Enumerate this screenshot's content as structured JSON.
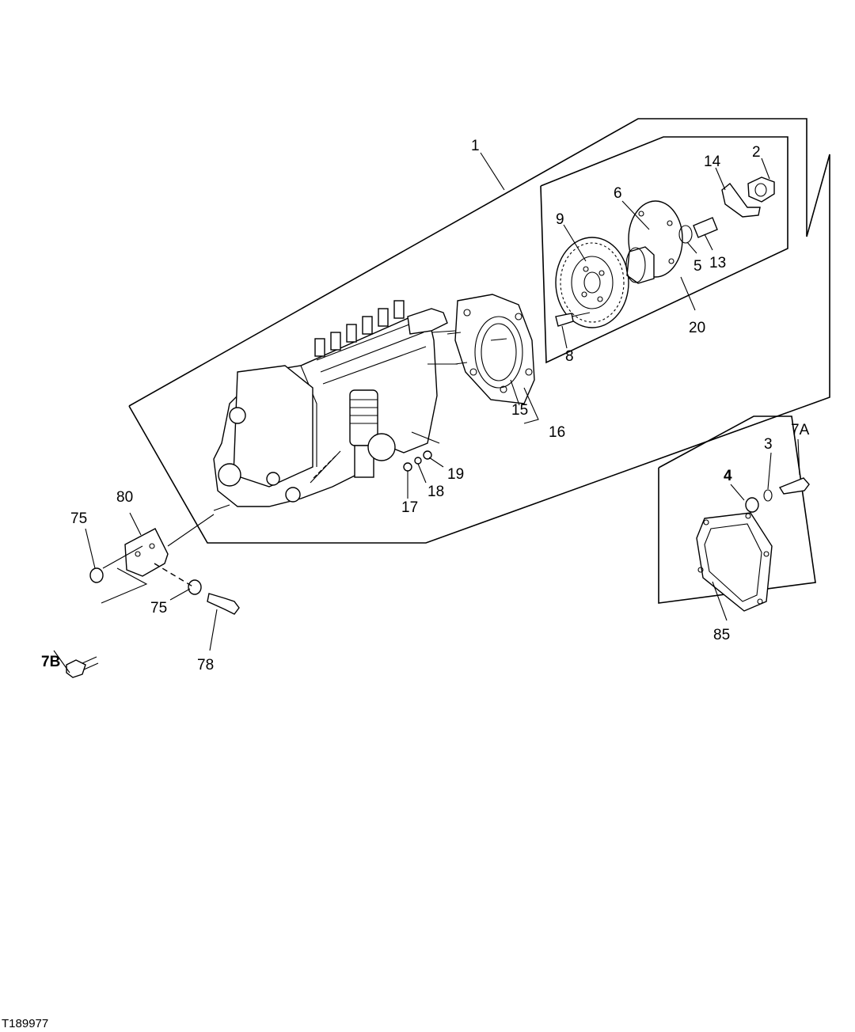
{
  "figure_id": "T189977",
  "callouts": {
    "c1": "1",
    "c2": "2",
    "c3": "3",
    "c4": "4",
    "c5": "5",
    "c6": "6",
    "c7a": "7A",
    "c7b": "7B",
    "c8": "8",
    "c9": "9",
    "c13": "13",
    "c14": "14",
    "c15": "15",
    "c16": "16",
    "c17": "17",
    "c18": "18",
    "c19": "19",
    "c20": "20",
    "c75a": "75",
    "c75b": "75",
    "c78": "78",
    "c80": "80",
    "c85": "85"
  }
}
